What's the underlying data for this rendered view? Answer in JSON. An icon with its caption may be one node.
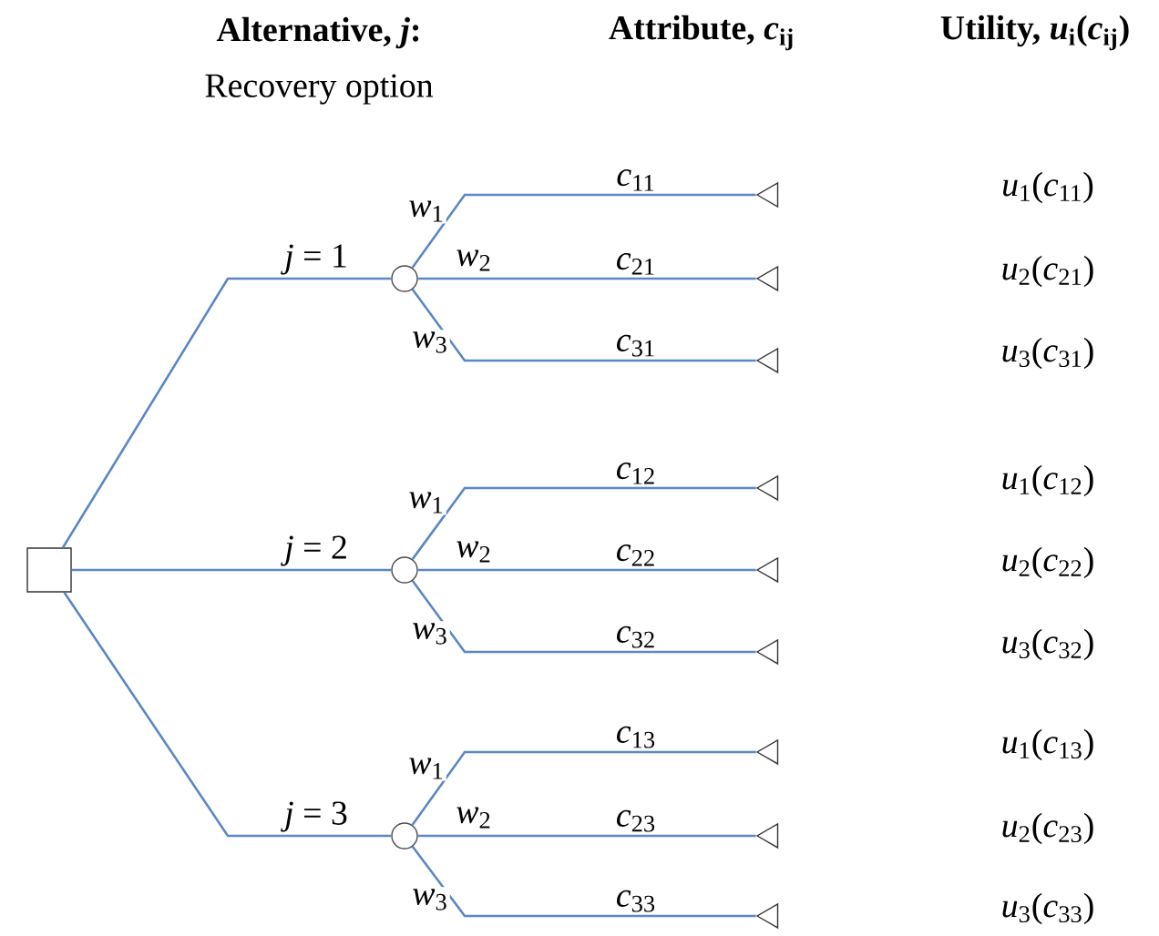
{
  "diagram": {
    "nodes": [
      {
        "text": [],
        "shape": "box"
      },
      {
        "text": [],
        "shape": "circle"
      },
      {
        "text": [],
        "shape": "triangle"
      },
      {
        "text": [],
        "shape": "triangle"
      },
      {
        "text": [],
        "shape": "triangle"
      },
      {
        "text": [],
        "shape": "circle"
      },
      {
        "text": [],
        "shape": "triangle"
      },
      {
        "text": [],
        "shape": "triangle"
      },
      {
        "text": [],
        "shape": "triangle"
      },
      {
        "text": [],
        "shape": "circle"
      },
      {
        "text": [],
        "shape": "triangle"
      },
      {
        "text": [],
        "shape": "triangle"
      },
      {
        "text": [],
        "shape": "triangle"
      }
    ],
    "edges": [
      {
        "from": 0,
        "to": 1,
        "arrow": "none",
        "label": "*j* = 1"
      },
      {
        "from": 1,
        "to": 2,
        "arrow": "none",
        "label": "*c*$_{11}$"
      },
      {
        "from": 1,
        "to": 3,
        "arrow": "none",
        "label": "*c*$_{21}$"
      },
      {
        "from": 1,
        "to": 4,
        "arrow": "none",
        "label": "*c*$_{31}$"
      },
      {
        "from": 0,
        "to": 5,
        "arrow": "none",
        "label": "*j* = 2"
      },
      {
        "from": 5,
        "to": 6,
        "arrow": "none",
        "label": "*c*$_{12}$"
      },
      {
        "from": 5,
        "to": 7,
        "arrow": "none",
        "label": "*c*$_{22}$"
      },
      {
        "from": 5,
        "to": 8,
        "arrow": "none",
        "label": "*c*$_{32}$"
      },
      {
        "from": 0,
        "to": 9,
        "arrow": "none",
        "label": "*j* = 3"
      },
      {
        "from": 9,
        "to": 10,
        "arrow": "none",
        "label": "*c*$_{13}$"
      },
      {
        "from": 9,
        "to": 11,
        "arrow": "none",
        "label": "*c*$_{23}$"
      },
      {
        "from": 9,
        "to": 12,
        "arrow": "none",
        "label": "*c*$_{33}$"
      }
    ],
    "labels": [
      "Alternative, *j*:",
      "Recovery option",
      "Attribute, *c*$_{ij}$",
      "Utility, *u*$_{i}$(*c*$_{ij}$)",
      "*w*$_{1}$",
      "*w*$_{2}$",
      "*w*$_{3}$",
      "*w*$_{1}$",
      "*w*$_{2}$",
      "*w*$_{3}$",
      "*w*$_{1}$",
      "*w*$_{2}$",
      "*w*$_{3}$",
      "*u*$_{1}$(*c*$_{11}$)",
      "*u*$_{2}$(*c*$_{21}$)",
      "*u*$_{3}$(*c*$_{31}$)",
      "*u*$_{1}$(*c*$_{12}$)",
      "*u*$_{2}$(*c*$_{22}$)",
      "*u*$_{3}$(*c*$_{32}$)",
      "*u*$_{1}$(*c*$_{13}$)",
      "*u*$_{2}$(*c*$_{23}$)",
      "*u*$_{3}$(*c*$_{33}$)"
    ]
  }
}
